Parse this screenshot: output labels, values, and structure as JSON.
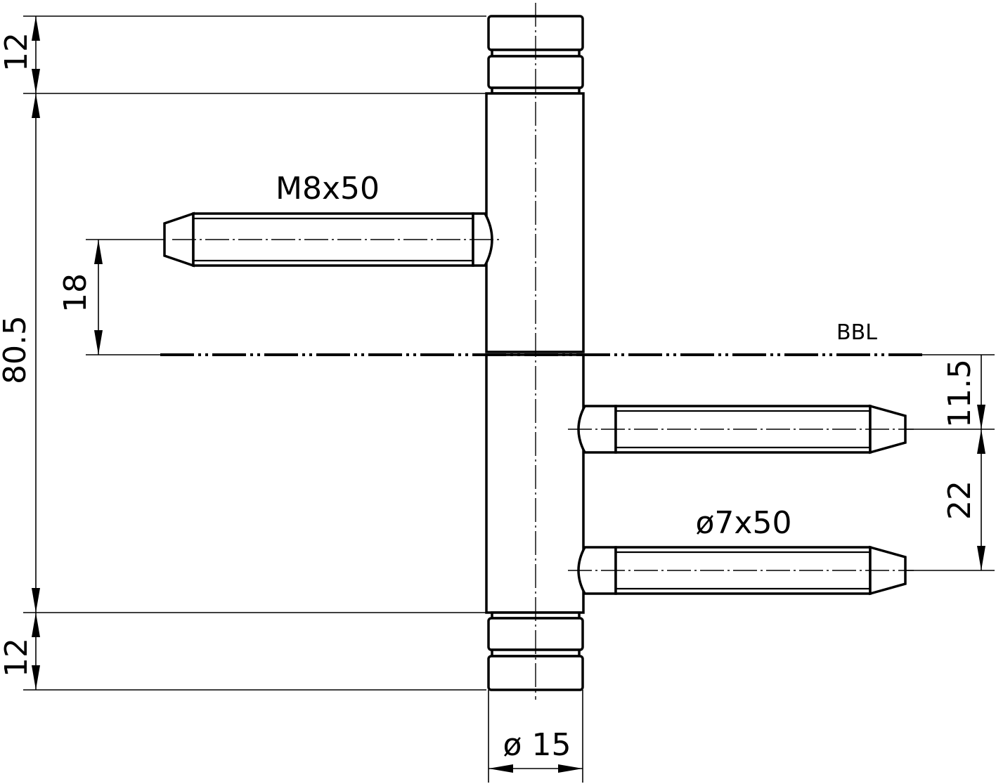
{
  "callouts": {
    "threaded_pin": "M8x50",
    "smooth_pins": "ø7x50",
    "reference_line": "BBL"
  },
  "dimensions": {
    "top_cap": "12",
    "body_height": "80.5",
    "bottom_cap": "12",
    "pin_offset_left": "18",
    "pin_offset_right_upper": "11.5",
    "pin_spacing_right": "22",
    "diameter": "ø 15"
  }
}
